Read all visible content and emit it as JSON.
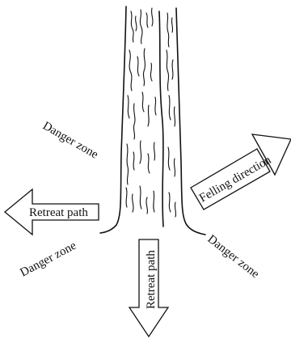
{
  "labels": {
    "danger_zone_upper_left": "Danger zone",
    "retreat_path_left": "Retreat path",
    "danger_zone_lower_left": "Danger zone",
    "retreat_path_bottom": "Retreat path",
    "danger_zone_lower_right": "Danger zone",
    "felling_direction": "Felling direction"
  },
  "colors": {
    "line": "#111111",
    "background": "#ffffff"
  }
}
